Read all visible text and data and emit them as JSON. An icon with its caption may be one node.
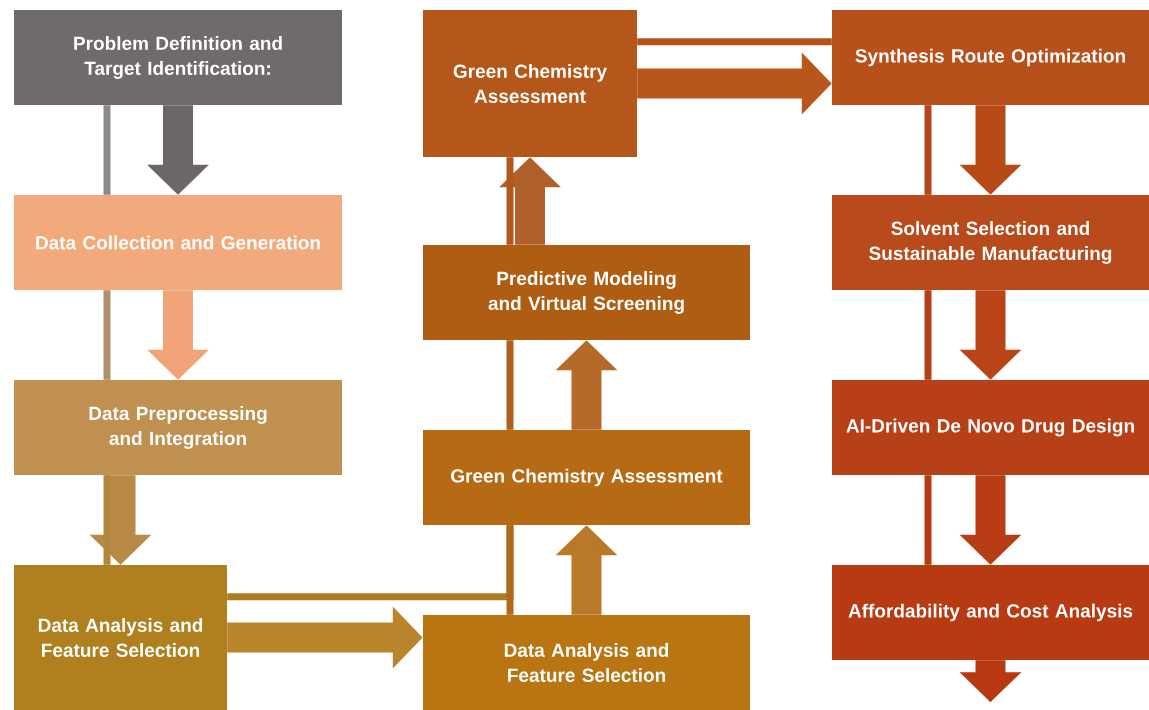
{
  "diagram": {
    "nodes": [
      {
        "text": [
          "Problem Definition and Target Identification:"
        ]
      },
      {
        "text": [
          "Data Collection and Generation"
        ]
      },
      {
        "text": [
          "Data Preprocessing and Integration"
        ]
      },
      {
        "text": [
          "Data Analysis and Feature Selection"
        ]
      },
      {
        "text": [
          "Data Analysis and Feature Selection"
        ]
      },
      {
        "text": [
          "Green Chemistry Assessment"
        ]
      },
      {
        "text": [
          "Predictive Modeling and Virtual Screening"
        ]
      },
      {
        "text": [
          "Green Chemistry Assessment"
        ]
      },
      {
        "text": [
          "Synthesis Route Optimization"
        ]
      },
      {
        "text": [
          "Solvent Selection and Sustainable Manufacturing"
        ]
      },
      {
        "text": [
          "AI-Driven De Novo Drug Design"
        ]
      },
      {
        "text": [
          "Affordability and Cost Analysis"
        ]
      }
    ],
    "edges": [
      {
        "from": 0,
        "to": 1,
        "arrow": "to",
        "color": "#6b6667"
      },
      {
        "from": 1,
        "to": 2,
        "arrow": "to",
        "color": "#f0a477"
      },
      {
        "from": 2,
        "to": 3,
        "arrow": "to",
        "color": "#b98a45"
      },
      {
        "from": 3,
        "to": 4,
        "arrow": "to",
        "color": "#b8852a"
      },
      {
        "from": 4,
        "to": 5,
        "arrow": "to",
        "color": "#b87a28"
      },
      {
        "from": 5,
        "to": 6,
        "arrow": "to",
        "color": "#b56a2a"
      },
      {
        "from": 6,
        "to": 7,
        "arrow": "to",
        "color": "#b0602a"
      },
      {
        "from": 7,
        "to": 8,
        "arrow": "to",
        "color": "#b8561c"
      },
      {
        "from": 8,
        "to": 9,
        "arrow": "to",
        "color": "#b84a18"
      },
      {
        "from": 9,
        "to": 10,
        "arrow": "to",
        "color": "#b84418"
      },
      {
        "from": 10,
        "to": 11,
        "arrow": "to",
        "color": "#b83c14"
      },
      {
        "from": 11,
        "to": null,
        "arrow": "to",
        "color": "#b83812"
      },
      {
        "from": 0,
        "to": 1,
        "arrow": "none",
        "color": "#8c8a8a"
      },
      {
        "from": 1,
        "to": 2,
        "arrow": "none",
        "color": "#b0916a"
      },
      {
        "from": 2,
        "to": 3,
        "arrow": "none",
        "color": "#b0863a"
      },
      {
        "from": 3,
        "to": 5,
        "arrow": "none",
        "color": "#b07c22"
      },
      {
        "from": 4,
        "to": 5,
        "arrow": "none",
        "color": "#b06a1c"
      },
      {
        "from": 5,
        "to": 6,
        "arrow": "none",
        "color": "#b0601c"
      },
      {
        "from": 6,
        "to": 7,
        "arrow": "none",
        "color": "#b0581c"
      },
      {
        "from": 7,
        "to": 8,
        "arrow": "none",
        "color": "#b5521c"
      },
      {
        "from": 8,
        "to": 9,
        "arrow": "none",
        "color": "#b5461a"
      },
      {
        "from": 9,
        "to": 10,
        "arrow": "none",
        "color": "#b54018"
      },
      {
        "from": 10,
        "to": 11,
        "arrow": "none",
        "color": "#b53a14"
      }
    ]
  }
}
